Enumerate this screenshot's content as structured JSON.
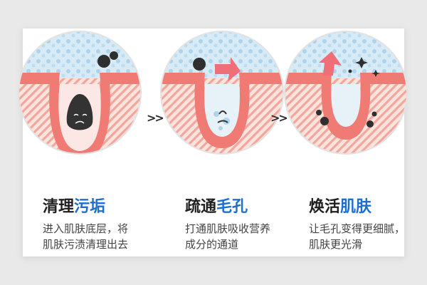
{
  "steps": [
    {
      "title_dark": "清理",
      "title_blue": "污垢",
      "desc_line1": "进入肌肤底层，将",
      "desc_line2": "肌肤污渍清理出去"
    },
    {
      "title_dark": "疏通",
      "title_blue": "毛孔",
      "desc_line1": "打通肌肤吸收营养",
      "desc_line2": "成分的通道"
    },
    {
      "title_dark": "焕活",
      "title_blue": "肌肤",
      "desc_line1": "让毛孔变得更细腻，",
      "desc_line2": "肌肤更光滑"
    }
  ],
  "arrows": [
    ">>",
    ">>"
  ],
  "colors": {
    "accent_blue": "#1c6fd1",
    "skin_pink": "#f07b74",
    "skin_light": "#fbd8d2",
    "surface_blue": "#cfe6f3",
    "dirt": "#3a3a3a",
    "arrow_pink": "#f06e77"
  }
}
